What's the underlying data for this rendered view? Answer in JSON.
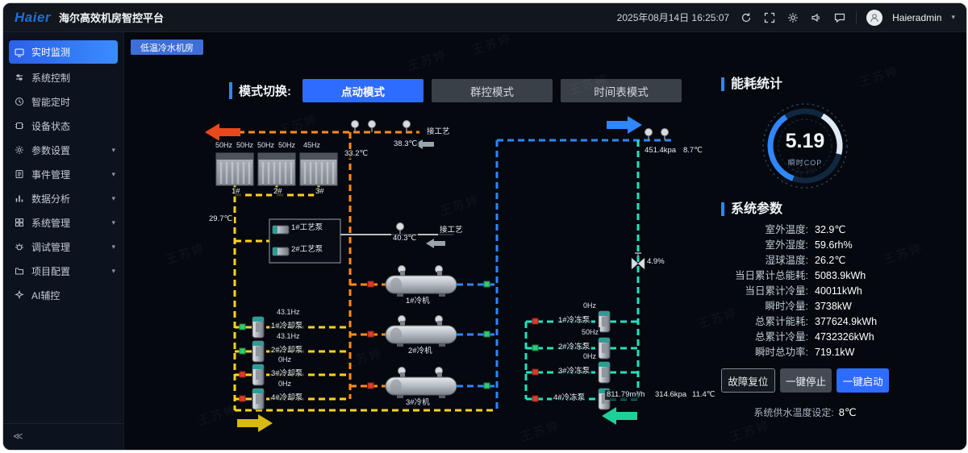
{
  "header": {
    "logo": "Haier",
    "title": "海尔高效机房智控平台",
    "datetime": "2025年08月14日  16:25:07",
    "user": "Haieradmin"
  },
  "sidebar": {
    "items": [
      {
        "label": "实时监测"
      },
      {
        "label": "系统控制"
      },
      {
        "label": "智能定时"
      },
      {
        "label": "设备状态"
      },
      {
        "label": "参数设置"
      },
      {
        "label": "事件管理"
      },
      {
        "label": "数据分析"
      },
      {
        "label": "系统管理"
      },
      {
        "label": "调试管理"
      },
      {
        "label": "项目配置"
      },
      {
        "label": "AI辅控"
      }
    ]
  },
  "tabs": {
    "active": "低温冷水机房"
  },
  "mode": {
    "label": "模式切换:",
    "buttons": [
      "点动模式",
      "群控模式",
      "时间表模式"
    ]
  },
  "energy": {
    "title": "能耗统计",
    "cop": "5.19",
    "cop_label": "瞬时COP"
  },
  "params": {
    "title": "系统参数",
    "items": [
      {
        "label": "室外温度:",
        "value": "32.9℃"
      },
      {
        "label": "室外湿度:",
        "value": "59.6rh%"
      },
      {
        "label": "湿球温度:",
        "value": "26.2℃"
      },
      {
        "label": "当日累计总能耗:",
        "value": "5083.9kWh"
      },
      {
        "label": "当日累计冷量:",
        "value": "40011kWh"
      },
      {
        "label": "瞬时冷量:",
        "value": "3738kW"
      },
      {
        "label": "总累计能耗:",
        "value": "377624.9kWh"
      },
      {
        "label": "总累计冷量:",
        "value": "4732326kWh"
      },
      {
        "label": "瞬时总功率:",
        "value": "719.1kW"
      }
    ]
  },
  "controls": {
    "fault_reset": "故障复位",
    "stop_all": "一键停止",
    "start_all": "一键启动",
    "supply_label": "系统供水温度设定:",
    "supply_value": "8℃"
  },
  "diagram": {
    "tower_freqs": [
      "50Hz",
      "50Hz",
      "50Hz",
      "50Hz",
      "45Hz"
    ],
    "tower_names": [
      "1#",
      "2#",
      "3#"
    ],
    "temp_tower_out": "33.2℃",
    "temp_supply_top": "38.3℃",
    "process_top": "接工艺",
    "process_mid": "接工艺",
    "temp_left": "29.7℃",
    "process_pump_1": "1#工艺泵",
    "process_pump_2": "2#工艺泵",
    "temp_mid": "40.3℃",
    "pressure_top_right": "451.4kpa",
    "temp_top_right": "8.7℃",
    "valve_opening": "4.9%",
    "cooling_pumps": [
      {
        "freq": "43.1Hz",
        "name": "1#冷却泵"
      },
      {
        "freq": "43.1Hz",
        "name": "2#冷却泵"
      },
      {
        "freq": "0Hz",
        "name": "3#冷却泵"
      },
      {
        "freq": "0Hz",
        "name": "4#冷却泵"
      }
    ],
    "chillers": [
      "1#冷机",
      "2#冷机",
      "3#冷机"
    ],
    "chilled_pumps": [
      {
        "freq": "0Hz",
        "name": "1#冷冻泵"
      },
      {
        "freq": "50Hz",
        "name": "2#冷冻泵"
      },
      {
        "freq": "0Hz",
        "name": "3#冷冻泵"
      },
      {
        "name": "4#冷冻泵"
      }
    ],
    "flow": "811.79m³/h",
    "pressure_bottom": "314.6kpa",
    "temp_return": "11.4℃"
  },
  "watermark": {
    "text": "王苏婷"
  }
}
